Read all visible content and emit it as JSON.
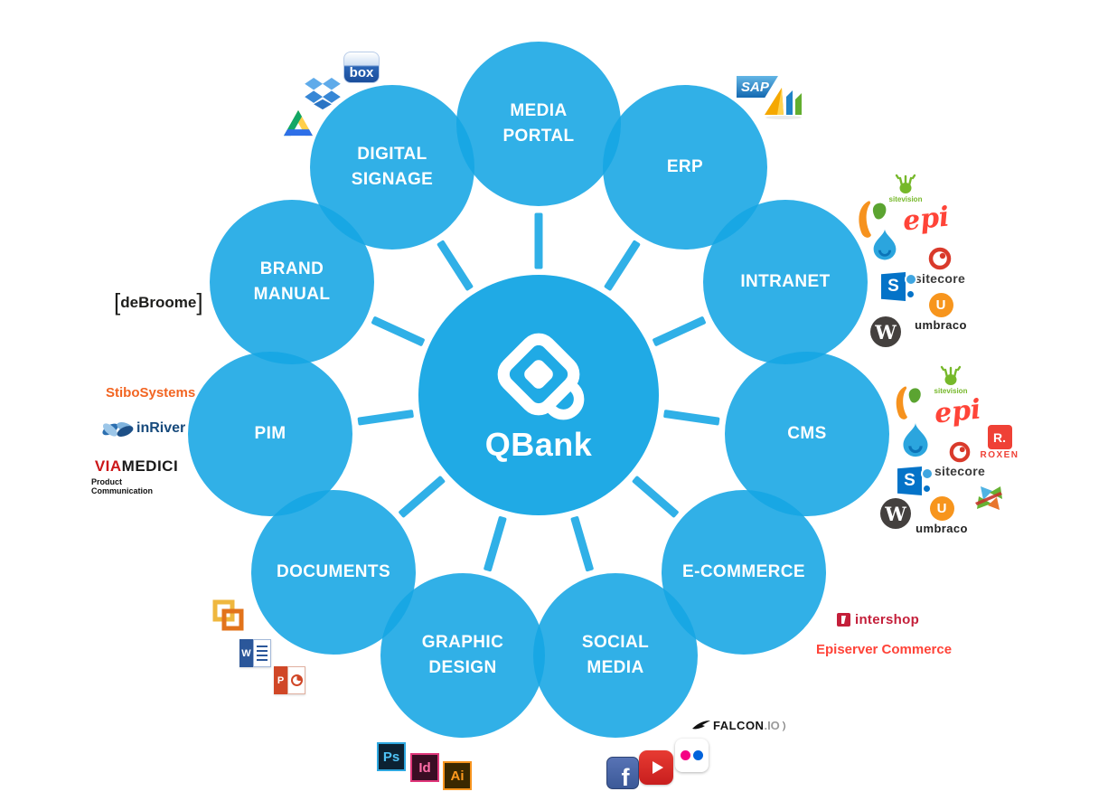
{
  "diagram": {
    "center_label": "QBank",
    "nodes": [
      {
        "id": "media-portal",
        "label": "MEDIA\nPORTAL"
      },
      {
        "id": "erp",
        "label": "ERP"
      },
      {
        "id": "intranet",
        "label": "INTRANET"
      },
      {
        "id": "cms",
        "label": "CMS"
      },
      {
        "id": "e-commerce",
        "label": "E-COMMERCE"
      },
      {
        "id": "social-media",
        "label": "SOCIAL\nMEDIA"
      },
      {
        "id": "graphic-design",
        "label": "GRAPHIC\nDESIGN"
      },
      {
        "id": "documents",
        "label": "DOCUMENTS"
      },
      {
        "id": "pim",
        "label": "PIM"
      },
      {
        "id": "brand-manual",
        "label": "BRAND\nMANUAL"
      },
      {
        "id": "digital-signage",
        "label": "DIGITAL\nSIGNAGE"
      }
    ],
    "colors": {
      "circle_blue": "#30B0E7",
      "text_white": "#FFFFFF"
    }
  },
  "logos": {
    "box": "box",
    "dropbox_icon": "dropbox-open-box-icon",
    "gdrive_icon": "google-drive-triangle-icon",
    "sap": "SAP",
    "dynamics_icon": "microsoft-dynamics-waves-icon",
    "sitevision": "sitevision",
    "sitevision_icon": "green-hand-icon",
    "orange_green_icon": "orange-green-swoosh-icon",
    "epi": "epi",
    "drupal_icon": "drupal-drop-icon",
    "sitecore": "sitecore",
    "sharepoint_s": "S",
    "umbraco": "umbraco",
    "umbraco_u": "U",
    "wordpress_w": "W",
    "roxen": "ROXEN",
    "roxen_r": "R.",
    "pinwheel_icon": "multicolor-pinwheel-icon",
    "intershop": "intershop",
    "episerver_commerce": "Episerver Commerce",
    "falcon": "FALCON",
    "falcon_suffix": ".IO",
    "falcon_paren": ")",
    "flickr_icon": "flickr-two-dots-icon",
    "youtube_icon": "youtube-play-icon",
    "facebook_f": "f",
    "photoshop": "Ps",
    "indesign": "Id",
    "illustrator": "Ai",
    "office_icon": "microsoft-office-squares-icon",
    "word_w": "W",
    "powerpoint_p": "P",
    "stibo": "StiboSystems",
    "inriver": "inRiver",
    "viamedici_via": "VIA",
    "viamedici_medici": "MEDICI",
    "viamedici_sub": "Product Communication",
    "debroome": "deBroome",
    "bracket_open": "[",
    "bracket_close": "]"
  }
}
